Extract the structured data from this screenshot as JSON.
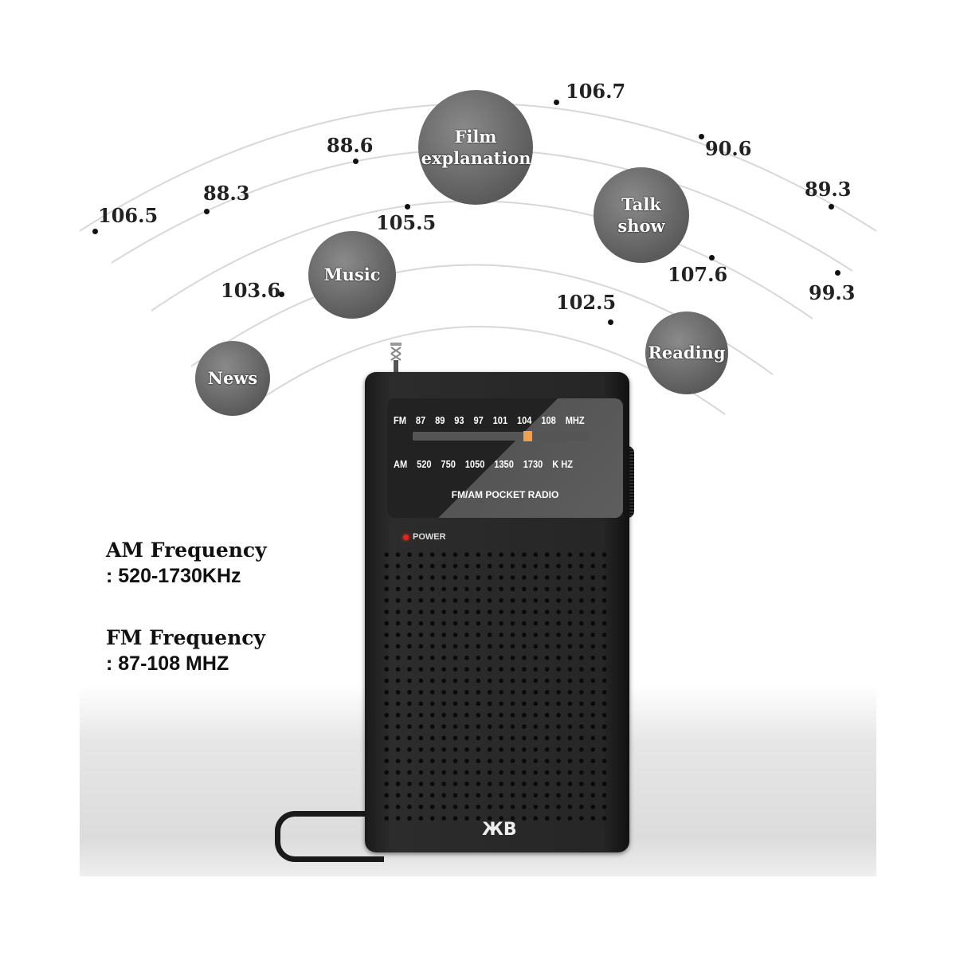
{
  "frequency_markers": [
    "106.7",
    "88.6",
    "90.6",
    "88.3",
    "89.3",
    "106.5",
    "105.5",
    "107.6",
    "99.3",
    "103.6",
    "102.5"
  ],
  "program_bubbles": [
    "Film explanation",
    "Talk show",
    "Music",
    "News",
    "Reading"
  ],
  "specs": {
    "am_title": "AM Frequency",
    "am_value": ": 520-1730KHz",
    "fm_title": "FM Frequency",
    "fm_value": ": 87-108 MHZ"
  },
  "radio": {
    "fm_scale": [
      "FM",
      "87",
      "89",
      "93",
      "97",
      "101",
      "104",
      "108",
      "MHZ"
    ],
    "am_scale": [
      "AM",
      "520",
      "750",
      "1050",
      "1350",
      "1730",
      "K HZ"
    ],
    "tuning_position_fraction": 0.66,
    "model_label": "FM/AM POCKET RADIO",
    "power_label": "POWER",
    "logo_text": "ЖB",
    "needle_color": "#f0a04a"
  }
}
